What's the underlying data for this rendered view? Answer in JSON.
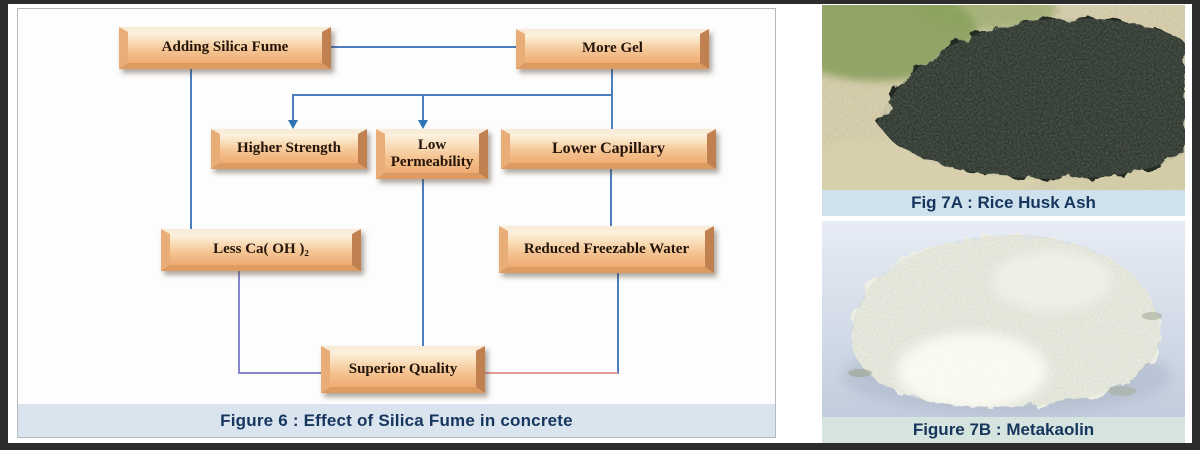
{
  "flowchart": {
    "caption": "Figure 6 :  Effect of Silica Fume in concrete",
    "nodes": [
      {
        "id": "adding-silica-fume",
        "label": "Adding Silica Fume"
      },
      {
        "id": "more-gel",
        "label": "More Gel"
      },
      {
        "id": "higher-strength",
        "label": "Higher Strength"
      },
      {
        "id": "low-permeability",
        "label": "Low Permeability"
      },
      {
        "id": "lower-capillary",
        "label": "Lower Capillary"
      },
      {
        "id": "less-ca-oh-2",
        "label": "Less Ca( OH )₂"
      },
      {
        "id": "reduced-freezable-water",
        "label": "Reduced Freezable Water"
      },
      {
        "id": "superior-quality",
        "label": "Superior Quality"
      }
    ],
    "edges": [
      {
        "from": "adding-silica-fume",
        "to": "more-gel"
      },
      {
        "from": "more-gel",
        "to": "higher-strength",
        "arrow": true
      },
      {
        "from": "more-gel",
        "to": "low-permeability",
        "arrow": true
      },
      {
        "from": "more-gel",
        "to": "lower-capillary"
      },
      {
        "from": "adding-silica-fume",
        "to": "less-ca-oh-2"
      },
      {
        "from": "lower-capillary",
        "to": "reduced-freezable-water"
      },
      {
        "from": "less-ca-oh-2",
        "to": "superior-quality"
      },
      {
        "from": "low-permeability",
        "to": "superior-quality"
      },
      {
        "from": "reduced-freezable-water",
        "to": "superior-quality"
      }
    ],
    "colors": {
      "connector_blue": "#4a7ebc",
      "connector_purple": "#8787c9",
      "connector_pink": "#e39a9a",
      "arrowhead": "#2e74b5",
      "node_face": "#f4c290",
      "caption_bar": "#d9e4ef",
      "caption_text": "#17365d"
    }
  },
  "photos": [
    {
      "id": "fig-7a",
      "caption": "Fig 7A :  Rice Husk Ash",
      "subject": "dark pile of rice husk ash on straw ground",
      "caption_bar": "#cfe1ed"
    },
    {
      "id": "fig-7b",
      "caption": "Figure 7B : Metakaolin",
      "subject": "white-grey metakaolin powder heap on pale blue background",
      "caption_bar": "#d5e4de"
    }
  ]
}
